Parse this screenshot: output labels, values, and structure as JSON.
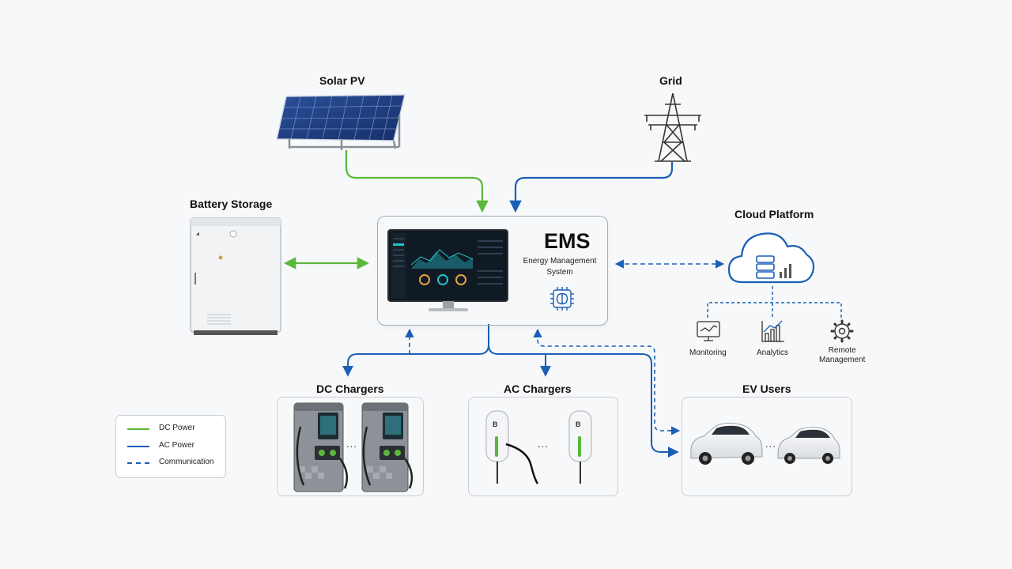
{
  "colors": {
    "dc_power": "#5ab83a",
    "ac_power": "#1b5fb5",
    "communication": "#1b5fb5",
    "screen_bg": "#0f1a24",
    "screen_accent": "#25c1c9"
  },
  "nodes": {
    "solar": {
      "label": "Solar PV"
    },
    "grid": {
      "label": "Grid"
    },
    "battery": {
      "label": "Battery Storage"
    },
    "cloud": {
      "label": "Cloud Platform"
    },
    "ems": {
      "title": "EMS",
      "subtitle_line1": "Energy Management",
      "subtitle_line2": "System"
    },
    "dc_chargers": {
      "label": "DC Chargers"
    },
    "ac_chargers": {
      "label": "AC Chargers"
    },
    "ev_users": {
      "label": "EV Users"
    }
  },
  "cloud_services": [
    {
      "label": "Monitoring",
      "icon": "monitor-chart-icon"
    },
    {
      "label": "Analytics",
      "icon": "bar-chart-icon"
    },
    {
      "label_line1": "Remote",
      "label_line2": "Management",
      "icon": "gear-icon"
    }
  ],
  "ellipsis": "...",
  "legend": [
    {
      "label": "DC Power",
      "style": "solid",
      "color": "#5ab83a"
    },
    {
      "label": "AC Power",
      "style": "solid",
      "color": "#1b5fb5"
    },
    {
      "label": "Communication",
      "style": "dashed",
      "color": "#1b5fb5"
    }
  ]
}
